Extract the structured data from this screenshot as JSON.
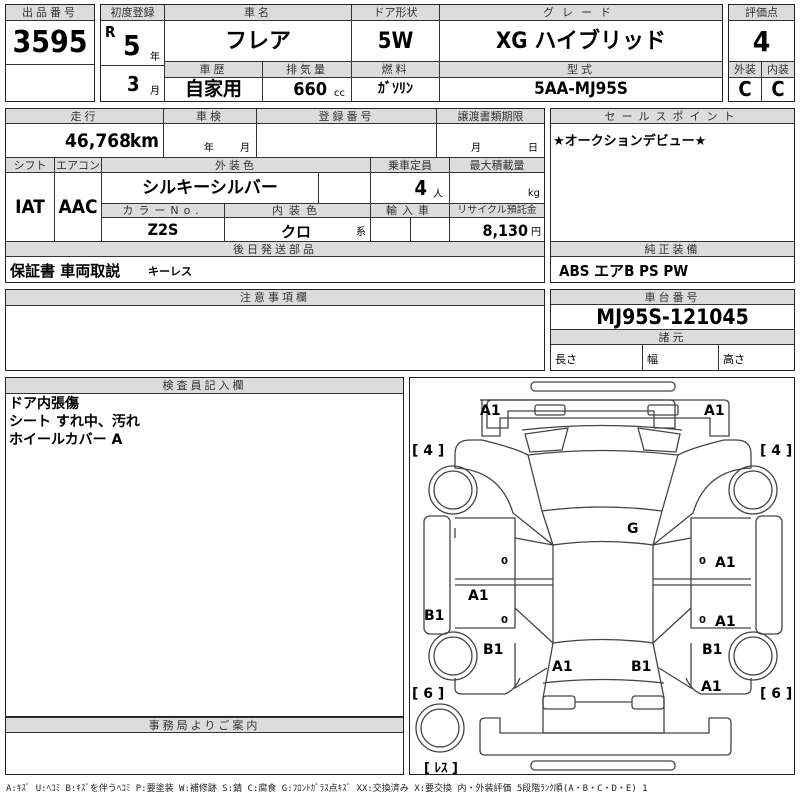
{
  "lot": {
    "label": "出品番号",
    "value": "3595"
  },
  "first_reg": {
    "label": "初度登録",
    "era": "R",
    "year": "5",
    "year_unit": "年",
    "month": "3",
    "month_unit": "月"
  },
  "car_name": {
    "label": "車名",
    "value": "フレア"
  },
  "door": {
    "label": "ドア形状",
    "value": "5W"
  },
  "grade": {
    "label": "グレード",
    "value": "XG ハイブリッド"
  },
  "score": {
    "label": "評価点",
    "value": "4",
    "ext_label": "外装",
    "int_label": "内装",
    "ext": "C",
    "int": "C"
  },
  "history": {
    "label": "車歴",
    "value": "自家用"
  },
  "displacement": {
    "label": "排気量",
    "value": "660",
    "unit": "cc"
  },
  "fuel": {
    "label": "燃料",
    "value": "ｶﾞｿﾘﾝ"
  },
  "model": {
    "label": "型式",
    "value": "5AA-MJ95S"
  },
  "mileage": {
    "label": "走行",
    "value": "46,768",
    "unit": "km"
  },
  "inspection": {
    "label": "車検",
    "year_unit": "年",
    "month_unit": "月"
  },
  "plate": {
    "label": "登録番号",
    "value": ""
  },
  "transfer": {
    "label": "譲渡書類期限",
    "month_unit": "月",
    "day_unit": "日"
  },
  "shift": {
    "label": "シフト",
    "value": "IAT"
  },
  "aircon": {
    "label": "エアコン",
    "value": "AAC"
  },
  "ext_color": {
    "label": "外装色",
    "value": "シルキーシルバー"
  },
  "capacity": {
    "label": "乗車定員",
    "value": "4",
    "unit": "人"
  },
  "max_load": {
    "label": "最大積載量",
    "unit": "kg"
  },
  "color_no": {
    "label": "カラーNo.",
    "value": "Z2S"
  },
  "int_color": {
    "label": "内装色",
    "value": "クロ",
    "suffix": "系"
  },
  "import": {
    "label": "輸入車"
  },
  "recycle": {
    "label": "リサイクル預託金",
    "value": "8,130",
    "unit": "円"
  },
  "later_parts": {
    "label": "後日発送部品",
    "value_main": "保証書 車両取説",
    "value_sub": "キーレス"
  },
  "sales_point": {
    "label": "セールスポイント",
    "value": "★オークションデビュー★"
  },
  "equipment": {
    "label": "純正装備",
    "value": "ABS エアB PS PW"
  },
  "notes": {
    "label": "注意事項欄"
  },
  "chassis": {
    "label": "車台番号",
    "value": "MJ95S-121045"
  },
  "specs": {
    "label": "諸元",
    "length": "長さ",
    "width": "幅",
    "height": "高さ"
  },
  "inspector": {
    "label": "検査員記入欄",
    "lines": [
      "ドア内張傷",
      "シート すれ中、汚れ",
      "ホイールカバー A"
    ]
  },
  "office": {
    "label": "事務局よりご案内"
  },
  "diagram": {
    "marks": [
      "A1",
      "A1",
      "G",
      "A1",
      "A1",
      "B1",
      "A1",
      "B1",
      "B1",
      "A1",
      "B1",
      "A1",
      "0",
      "0",
      "0",
      "0"
    ],
    "tire_front_left": "[ 4 ]",
    "tire_front_right": "[ 4 ]",
    "tire_rear_left": "[ 6 ]",
    "tire_rear_right": "[ 6 ]",
    "spare": "[ ﾚｽ ]"
  },
  "legend": "A:ｷｽﾞ U:ﾍｺﾐ B:ｷｽﾞを伴うﾍｺﾐ P:要塗装 W:補修跡 S:錆 C:腐食 G:ﾌﾛﾝﾄｶﾞﾗｽ点ｷｽﾞ XX:交換済み X:要交換 内・外装評価 5段階ﾗﾝｸ順(A・B・C・D・E) 1"
}
